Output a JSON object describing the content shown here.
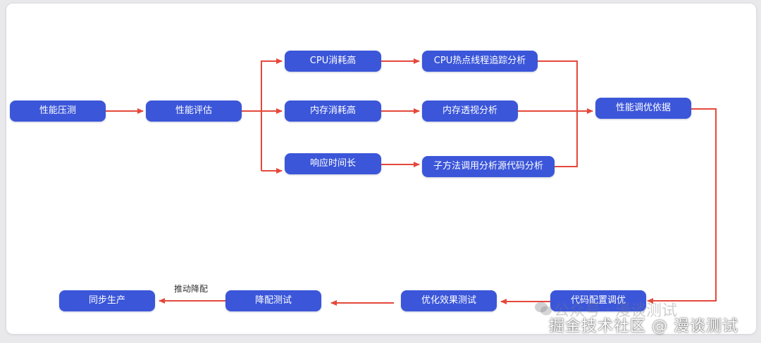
{
  "colors": {
    "node_fill": "#3b56d9",
    "node_text": "#ffffff",
    "arrow": "#e5483b",
    "background": "#ffffff"
  },
  "nodes": {
    "perf_stress_test": "性能压测",
    "perf_evaluation": "性能评估",
    "cpu_high": "CPU消耗高",
    "memory_high": "内存消耗高",
    "response_long": "响应时间长",
    "cpu_hotspot_trace": "CPU热点线程追踪分析",
    "memory_perspective": "内存透视分析",
    "submethod_call_analysis": "子方法调用分析源代码分析",
    "tuning_basis": "性能调优依据",
    "code_config_tuning": "代码配置调优",
    "tuning_effect_test": "优化效果测试",
    "downgrade_test": "降配测试",
    "sync_production": "同步生产"
  },
  "edge_labels": {
    "push_downgrade": "推动降配"
  },
  "watermarks": {
    "wechat_account": "公众号 · 漫谈测试",
    "juejin": "掘金技术社区 @ 漫谈测试"
  },
  "icons": {
    "wechat": "wechat-icon"
  }
}
